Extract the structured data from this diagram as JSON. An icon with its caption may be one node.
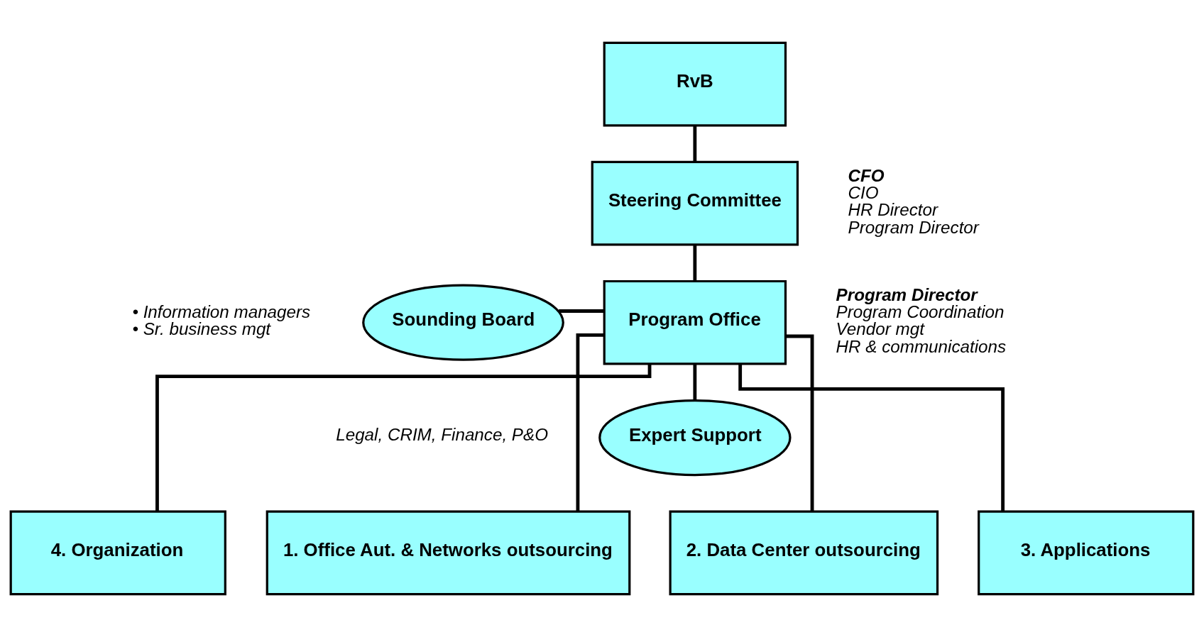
{
  "diagram": {
    "nodes": [
      {
        "text": [
          "RvB"
        ]
      },
      {
        "text": [
          "Steering Committee"
        ],
        "beside": [
          "**CFO**",
          "CIO",
          "HR Director",
          "Program Director"
        ]
      },
      {
        "text": [
          "Program Office"
        ],
        "beside": [
          "**Program Director**",
          "Program Coordination",
          "Vendor mgt",
          "HR & communications"
        ]
      },
      {
        "text": [
          "Sounding Board"
        ],
        "beside": [
          "• Information managers",
          "• Sr. business mgt"
        ]
      },
      {
        "text": [
          "Expert Support"
        ],
        "beside": [
          "Legal, CRIM, Finance, P&O"
        ]
      },
      {
        "text": [
          "1. Office Aut. & Networks outsourcing"
        ]
      },
      {
        "text": [
          "2. Data Center outsourcing"
        ]
      },
      {
        "text": [
          "3. Applications"
        ]
      },
      {
        "text": [
          "4. Organization"
        ]
      }
    ],
    "edges": [
      {
        "from": 0,
        "to": 1,
        "arrow": "none"
      },
      {
        "from": 1,
        "to": 2,
        "arrow": "none"
      },
      {
        "from": 3,
        "to": 2,
        "arrow": "none"
      },
      {
        "from": 2,
        "to": 4,
        "arrow": "none"
      },
      {
        "from": 2,
        "to": 5,
        "arrow": "none"
      },
      {
        "from": 2,
        "to": 6,
        "arrow": "none"
      },
      {
        "from": 2,
        "to": 7,
        "arrow": "none"
      },
      {
        "from": 2,
        "to": 8,
        "arrow": "none"
      }
    ]
  }
}
